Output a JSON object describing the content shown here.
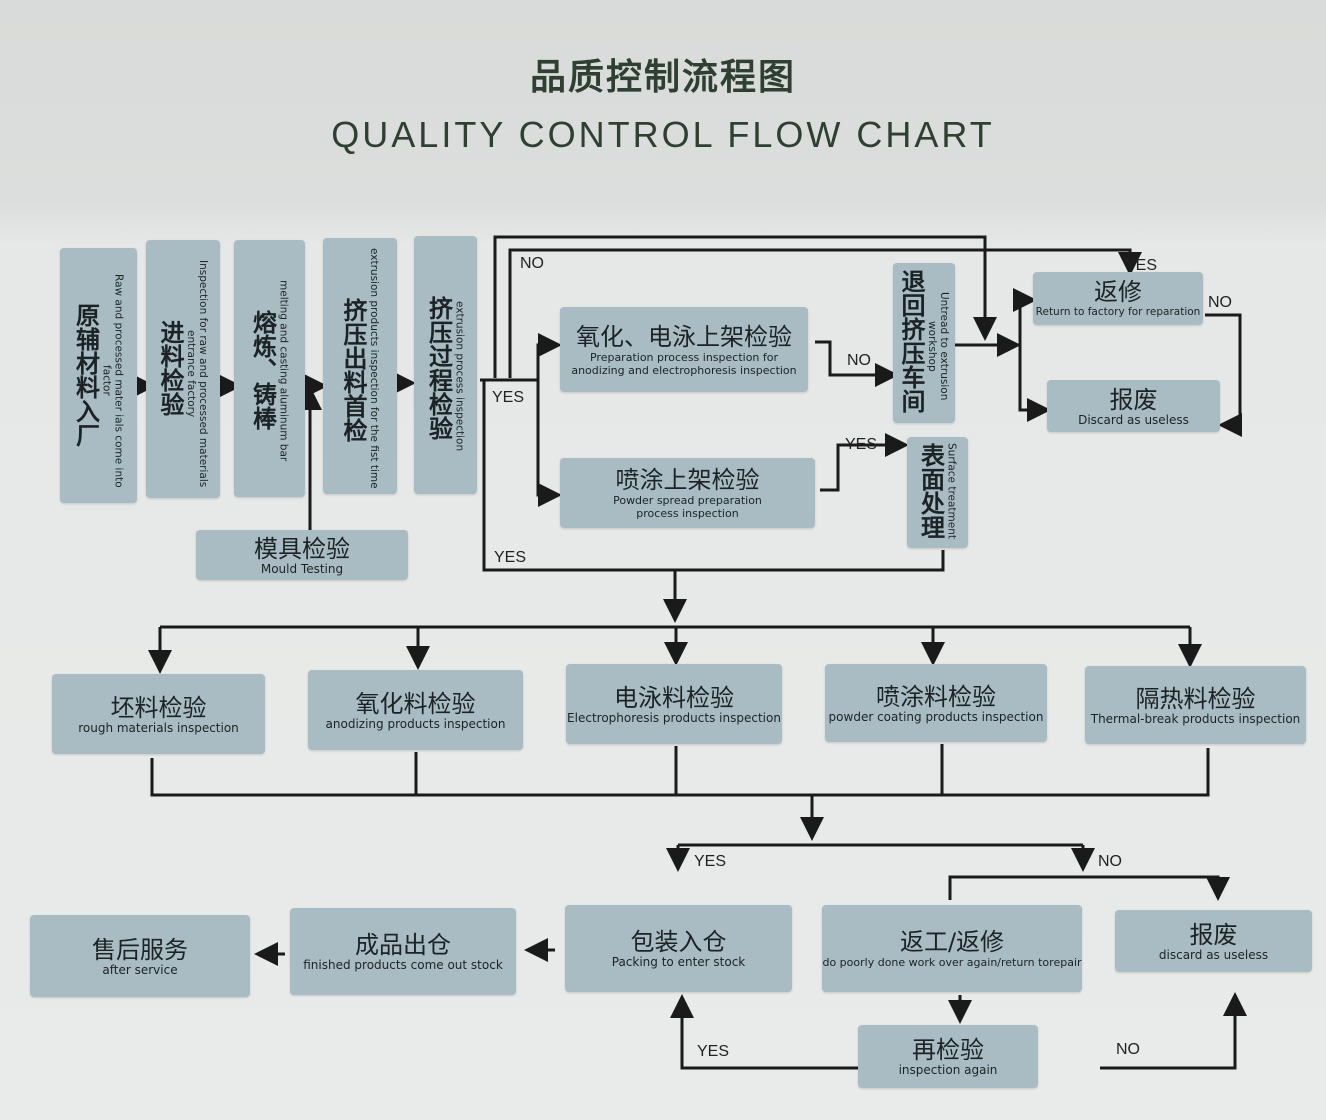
{
  "title_zh": "品质控制流程图",
  "title_en": "QUALITY CONTROL FLOW CHART",
  "top_steps": [
    {
      "zh": "原辅材料入厂",
      "en": "Raw and processed mater ials come into factor"
    },
    {
      "zh": "进料检验",
      "en": "Inspection for raw and processed materials entrance factory"
    },
    {
      "zh": "熔炼、铸棒",
      "en": "melting and casting aluminum bar"
    },
    {
      "zh": "挤压出料首检",
      "en": "extrusion products inspection for the fist time"
    },
    {
      "zh": "挤压过程检验",
      "en": "extrusion process inspection"
    }
  ],
  "mould": {
    "zh": "模具检验",
    "en": "Mould Testing"
  },
  "oxidation_prep": {
    "zh": "氧化、电泳上架检验",
    "en": "Preparation process inspection for anodizing and electrophoresis inspection"
  },
  "powder_prep": {
    "zh": "喷涂上架检验",
    "en": "Powder spread preparation process inspection"
  },
  "untread": {
    "zh": "退回挤压车间",
    "en": "Untread to extrusion workshop"
  },
  "surface": {
    "zh": "表面处理",
    "en": "Surface treatment"
  },
  "return_repair": {
    "zh": "返修",
    "en": "Return to factory for reparation"
  },
  "discard_top": {
    "zh": "报废",
    "en": "Discard as useless"
  },
  "product_inspections": [
    {
      "zh": "坯料检验",
      "en": "rough materials inspection"
    },
    {
      "zh": "氧化料检验",
      "en": "anodizing products inspection"
    },
    {
      "zh": "电泳料检验",
      "en": "Electrophoresis products inspection"
    },
    {
      "zh": "喷涂料检验",
      "en": "powder coating products inspection"
    },
    {
      "zh": "隔热料检验",
      "en": "Thermal-break products inspection"
    }
  ],
  "after_service": {
    "zh": "售后服务",
    "en": "after service"
  },
  "out_stock": {
    "zh": "成品出仓",
    "en": "finished products come out stock"
  },
  "packing": {
    "zh": "包装入仓",
    "en": "Packing to enter stock"
  },
  "rework": {
    "zh": "返工/返修",
    "en": "do poorly done work over again/return torepair"
  },
  "discard_bottom": {
    "zh": "报废",
    "en": "discard as useless"
  },
  "reinspect": {
    "zh": "再检验",
    "en": "inspection again"
  },
  "labels": {
    "yes": "YES",
    "no": "NO"
  }
}
